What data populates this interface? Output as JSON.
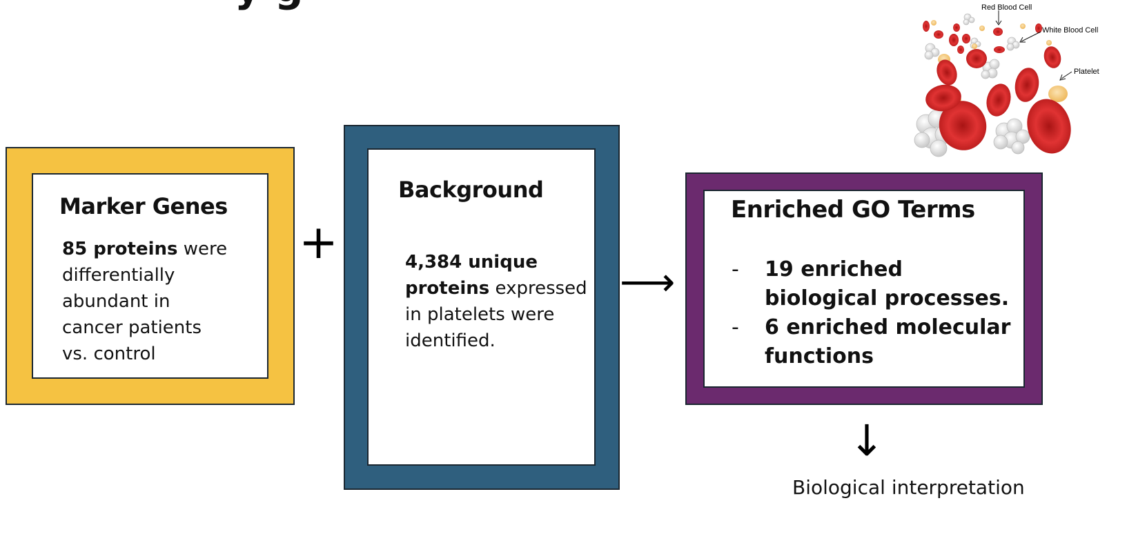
{
  "title_fragment": "y  g",
  "marker_genes": {
    "title": "Marker Genes",
    "lines": [
      {
        "bold": "85 proteins",
        "rest": " were"
      },
      {
        "bold": "",
        "rest": "differentially"
      },
      {
        "bold": "",
        "rest": "abundant in"
      },
      {
        "bold": "",
        "rest": "cancer patients"
      },
      {
        "bold": "",
        "rest": "vs. control"
      }
    ]
  },
  "plus_symbol": "+",
  "background": {
    "title": "Background",
    "lines": [
      {
        "bold": "4,384 unique",
        "rest": ""
      },
      {
        "bold": "proteins",
        "rest": " expressed"
      },
      {
        "bold": "",
        "rest": "in platelets were"
      },
      {
        "bold": "",
        "rest": "identified."
      }
    ]
  },
  "arrow_right": "⟶",
  "go_terms": {
    "title": "Enriched GO Terms",
    "items": [
      {
        "dash": "-",
        "line1": "19 enriched",
        "line2": "biological processes."
      },
      {
        "dash": "-",
        "line1": "6 enriched molecular",
        "line2": "functions"
      }
    ]
  },
  "arrow_down": "↓",
  "interpretation": "Biological interpretation",
  "blood_figure": {
    "labels": {
      "red": "Red Blood Cell",
      "white": "White Blood Cell",
      "platelet": "Platelet"
    }
  },
  "colors": {
    "marker_frame": "#f5c242",
    "background_frame": "#2f5f7e",
    "go_frame": "#6b2a6e",
    "red_cell": "#d42a2a",
    "white_cell": "#e4e4e4",
    "platelet": "#f3c26e"
  }
}
